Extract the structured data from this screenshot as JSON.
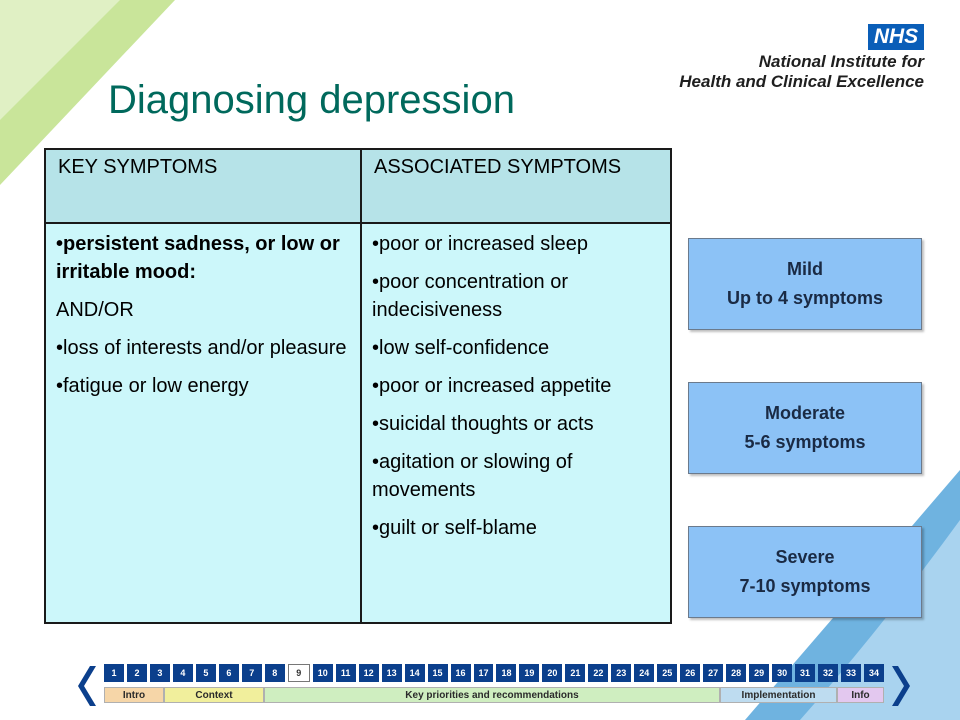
{
  "title": "Diagnosing depression",
  "logo": {
    "badge": "NHS",
    "line1": "National Institute for",
    "line2": "Health and Clinical Excellence"
  },
  "table": {
    "headers": [
      "KEY SYMPTOMS",
      "ASSOCIATED SYMPTOMS"
    ],
    "key": [
      "•persistent sadness, or low or irritable mood:",
      "AND/OR",
      "•loss of interests and/or pleasure",
      "•fatigue or low energy"
    ],
    "associated": [
      "•poor or increased sleep",
      "•poor concentration or indecisiveness",
      "•low self-confidence",
      "•poor or increased appetite",
      "•suicidal thoughts or acts",
      "•agitation or slowing of movements",
      "•guilt or self-blame"
    ]
  },
  "severity": [
    {
      "label": "Mild",
      "range": "Up to 4 symptoms"
    },
    {
      "label": "Moderate",
      "range": "5-6 symptoms"
    },
    {
      "label": "Severe",
      "range": "7-10 symptoms"
    }
  ],
  "nav": {
    "pages": [
      "1",
      "2",
      "3",
      "4",
      "5",
      "6",
      "7",
      "8",
      "9",
      "10",
      "11",
      "12",
      "13",
      "14",
      "15",
      "16",
      "17",
      "18",
      "19",
      "20",
      "21",
      "22",
      "23",
      "24",
      "25",
      "26",
      "27",
      "28",
      "29",
      "30",
      "31",
      "32",
      "33",
      "34"
    ],
    "current": "9",
    "sections": [
      "Intro",
      "Context",
      "Key priorities and recommendations",
      "Implementation",
      "Info"
    ]
  },
  "colors": {
    "title": "#00695c",
    "header_cell": "#b6e3e8",
    "body_cell": "#ccf7fa",
    "severity_box": "#8cc2f6",
    "nav_button": "#0b3f8c",
    "nhs_blue": "#0a5eb8"
  }
}
